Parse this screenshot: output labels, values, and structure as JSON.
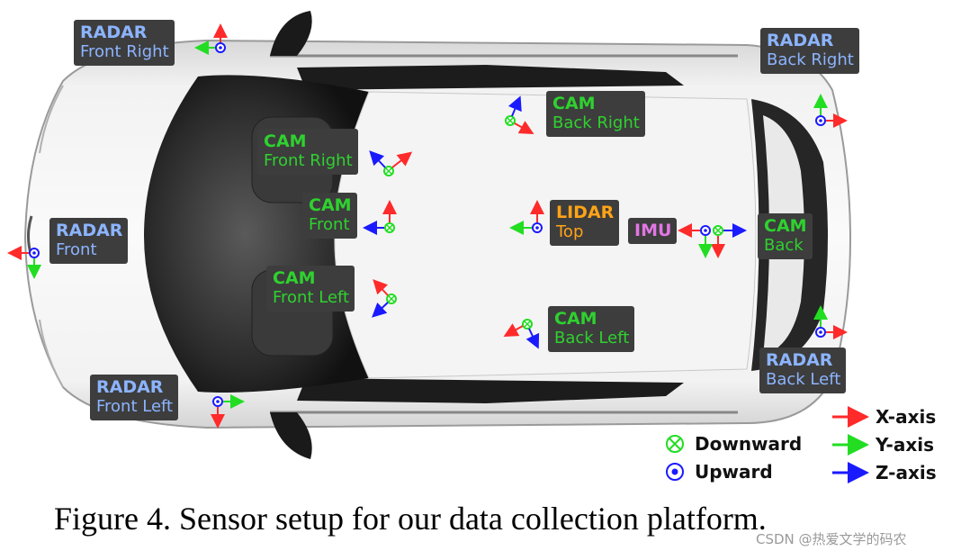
{
  "labels": {
    "radar_front_right": {
      "line1": "RADAR",
      "line2": "Front Right"
    },
    "radar_back_right": {
      "line1": "RADAR",
      "line2": "Back Right"
    },
    "radar_front": {
      "line1": "RADAR",
      "line2": "Front"
    },
    "radar_front_left": {
      "line1": "RADAR",
      "line2": "Front Left"
    },
    "radar_back_left": {
      "line1": "RADAR",
      "line2": "Back Left"
    },
    "cam_front_right": {
      "line1": "CAM",
      "line2": "Front Right"
    },
    "cam_front": {
      "line1": "CAM",
      "line2": "Front"
    },
    "cam_front_left": {
      "line1": "CAM",
      "line2": "Front Left"
    },
    "cam_back_right": {
      "line1": "CAM",
      "line2": "Back Right"
    },
    "cam_back_left": {
      "line1": "CAM",
      "line2": "Back Left"
    },
    "cam_back": {
      "line1": "CAM",
      "line2": "Back"
    },
    "lidar_top": {
      "line1": "LIDAR",
      "line2": "Top"
    },
    "imu": {
      "line1": "IMU"
    }
  },
  "legend": {
    "downward": "Downward",
    "upward": "Upward",
    "x_axis": "X-axis",
    "y_axis": "Y-axis",
    "z_axis": "Z-axis"
  },
  "colors": {
    "x_axis": "#ff2a2a",
    "y_axis": "#22dd22",
    "z_axis": "#1a1aff",
    "radar_label": "#8cb4ff",
    "cam_label": "#2fd12f",
    "lidar_label": "#ffa317",
    "imu_label": "#e276e4"
  },
  "caption": "Figure 4. Sensor setup for our data collection platform.",
  "watermark": "CSDN @热爱文学的码农"
}
